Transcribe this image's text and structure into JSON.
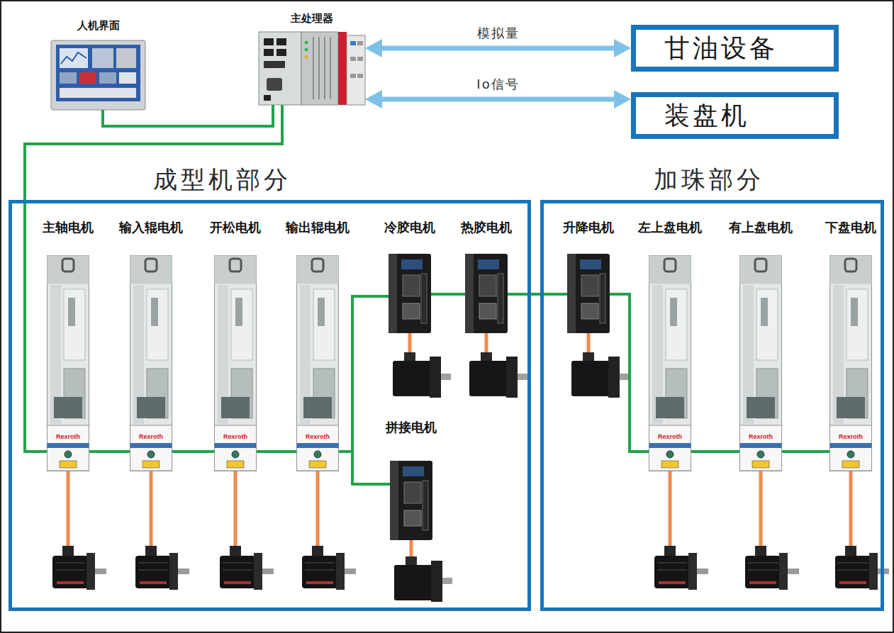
{
  "diagram": {
    "nodes": [
      {
        "text": [
          "人机界面"
        ]
      },
      {
        "text": [
          "主处理器"
        ]
      },
      {
        "text": [
          "甘油设备"
        ]
      },
      {
        "text": [
          "装盘机"
        ]
      },
      {
        "text": [
          "成型机部分"
        ]
      },
      {
        "text": [
          "主轴电机"
        ],
        "in": 4
      },
      {
        "text": [
          "输入辊电机"
        ],
        "in": 4
      },
      {
        "text": [
          "开松电机"
        ],
        "in": 4
      },
      {
        "text": [
          "输出辊电机"
        ],
        "in": 4
      },
      {
        "text": [
          "冷胶电机"
        ],
        "in": 4
      },
      {
        "text": [
          "热胶电机"
        ],
        "in": 4
      },
      {
        "text": [
          "拼接电机"
        ],
        "in": 4
      },
      {
        "text": [
          "加珠部分"
        ]
      },
      {
        "text": [
          "升降电机"
        ],
        "in": 12
      },
      {
        "text": [
          "左上盘电机"
        ],
        "in": 12
      },
      {
        "text": [
          "有上盘电机"
        ],
        "in": 12
      },
      {
        "text": [
          "下盘电机"
        ],
        "in": 12
      }
    ],
    "edges": [
      {
        "from": 0,
        "to": 1,
        "arrow": "none"
      },
      {
        "from": 1,
        "to": 5,
        "arrow": "none"
      },
      {
        "from": 1,
        "to": 2,
        "label": "模拟量",
        "arrow": "both"
      },
      {
        "from": 1,
        "to": 3,
        "label": "Io信号",
        "arrow": "both"
      },
      {
        "from": 5,
        "to": 6,
        "arrow": "none"
      },
      {
        "from": 6,
        "to": 7,
        "arrow": "none"
      },
      {
        "from": 7,
        "to": 8,
        "arrow": "none"
      },
      {
        "from": 8,
        "to": 9,
        "arrow": "none"
      },
      {
        "from": 8,
        "to": 11,
        "arrow": "none"
      },
      {
        "from": 9,
        "to": 10,
        "arrow": "none"
      },
      {
        "from": 10,
        "to": 13,
        "arrow": "none"
      },
      {
        "from": 13,
        "to": 14,
        "arrow": "none"
      },
      {
        "from": 14,
        "to": 15,
        "arrow": "none"
      },
      {
        "from": 15,
        "to": 16,
        "arrow": "none"
      }
    ],
    "labels": [
      "Rexroth",
      "Rexroth",
      "Rexroth",
      "Rexroth",
      "Rexroth",
      "Rexroth",
      "Rexroth"
    ]
  }
}
